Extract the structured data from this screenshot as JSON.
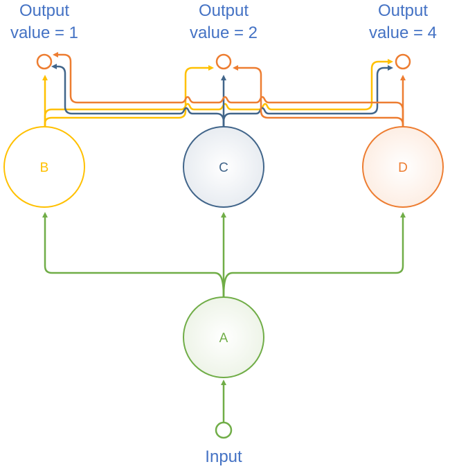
{
  "outputs": [
    {
      "line1": "Output",
      "line2": "value = 1"
    },
    {
      "line1": "Output",
      "line2": "value = 2"
    },
    {
      "line1": "Output",
      "line2": "value = 4"
    }
  ],
  "input_label": "Input",
  "nodes": {
    "a": {
      "label": "A",
      "color": "#70ad47"
    },
    "b": {
      "label": "B",
      "color": "#ffc000"
    },
    "c": {
      "label": "C",
      "color": "#41658a"
    },
    "d": {
      "label": "D",
      "color": "#ed7d31"
    }
  },
  "colors": {
    "text": "#4472c4",
    "green": "#70ad47",
    "yellow": "#ffc000",
    "blue": "#41658a",
    "orange": "#ed7d31"
  }
}
